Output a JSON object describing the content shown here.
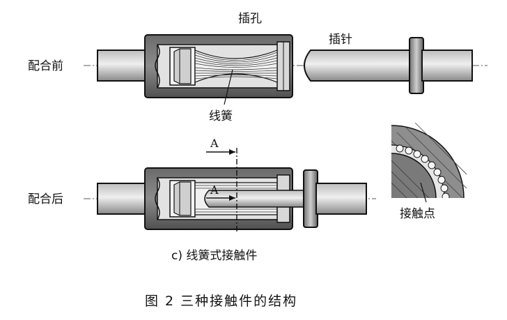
{
  "labels": {
    "before_mating": "配合前",
    "after_mating": "配合后",
    "socket": "插孔",
    "pin": "插针",
    "wire_spring": "线簧",
    "contact_point": "接触点",
    "section_mark_top": "A",
    "section_mark_bottom": "A"
  },
  "subcaption": "c) 线簧式接触件",
  "figure_caption": "图 2  三种接触件的结构",
  "colors": {
    "metal_dark": "#5a5a5a",
    "metal_mid": "#9a9a9a",
    "metal_light": "#d6d6d6",
    "outline": "#111111"
  }
}
